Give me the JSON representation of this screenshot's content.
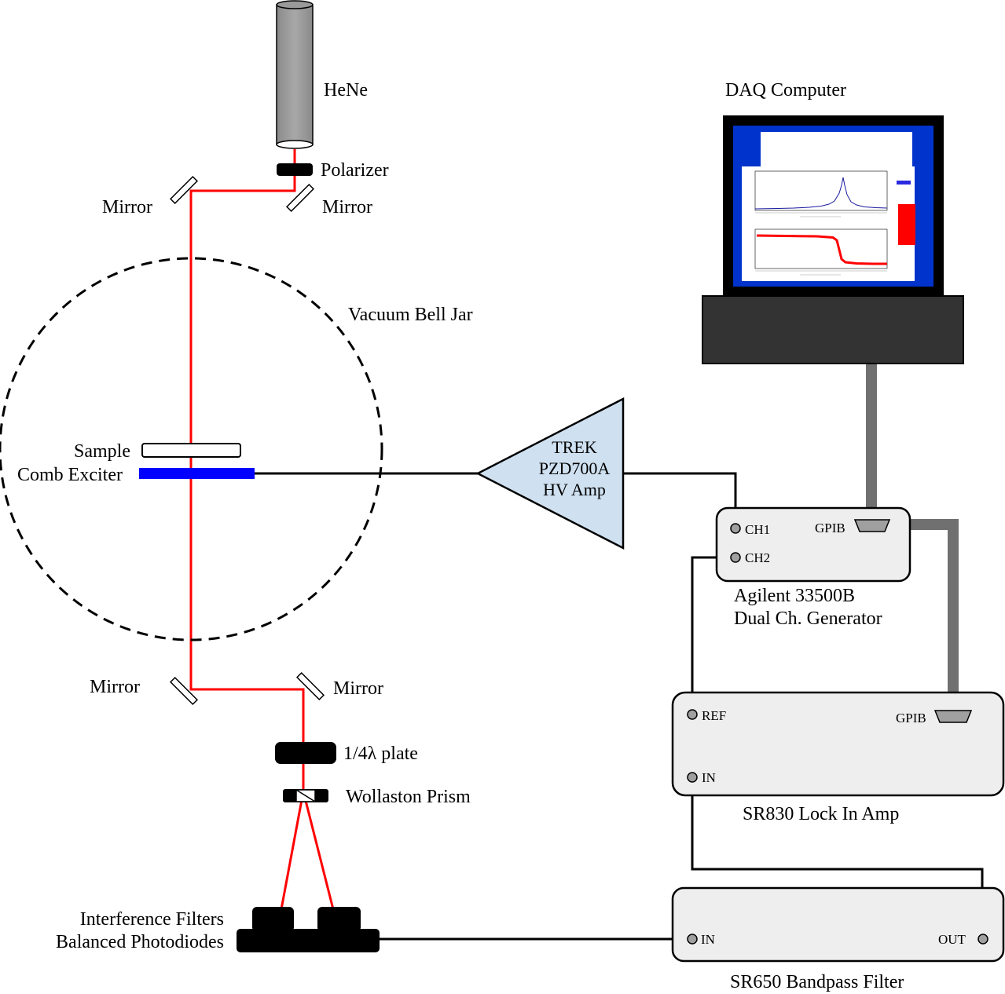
{
  "labels": {
    "laser": "HeNe",
    "polarizer": "Polarizer",
    "mirror_top_left": "Mirror",
    "mirror_top_right": "Mirror",
    "bell_jar": "Vacuum Bell Jar",
    "sample": "Sample",
    "comb_exciter": "Comb Exciter",
    "mirror_bottom_left": "Mirror",
    "mirror_bottom_right": "Mirror",
    "quarter_wave": "1/4λ plate",
    "wollaston": "Wollaston Prism",
    "filters": "Interference Filters",
    "photodiodes": "Balanced Photodiodes",
    "daq": "DAQ Computer",
    "amp_line1": "TREK",
    "amp_line2": "PZD700A",
    "amp_line3": "HV Amp",
    "gen_ch1": "CH1",
    "gen_ch2": "CH2",
    "gen_gpib": "GPIB",
    "gen_line1": "Agilent 33500B",
    "gen_line2": "Dual Ch. Generator",
    "lockin_ref": "REF",
    "lockin_in": "IN",
    "lockin_gpib": "GPIB",
    "lockin_name": "SR830 Lock In Amp",
    "filter_in": "IN",
    "filter_out": "OUT",
    "filter_name": "SR650 Bandpass Filter"
  },
  "colors": {
    "beam": "#ff0000",
    "comb_exciter": "#0000ff",
    "amplifier_fill": "#cfe0f0",
    "screen_blue": "#0033cc",
    "instrument_fill": "#eeeeee",
    "gpib_cable": "#707070"
  }
}
